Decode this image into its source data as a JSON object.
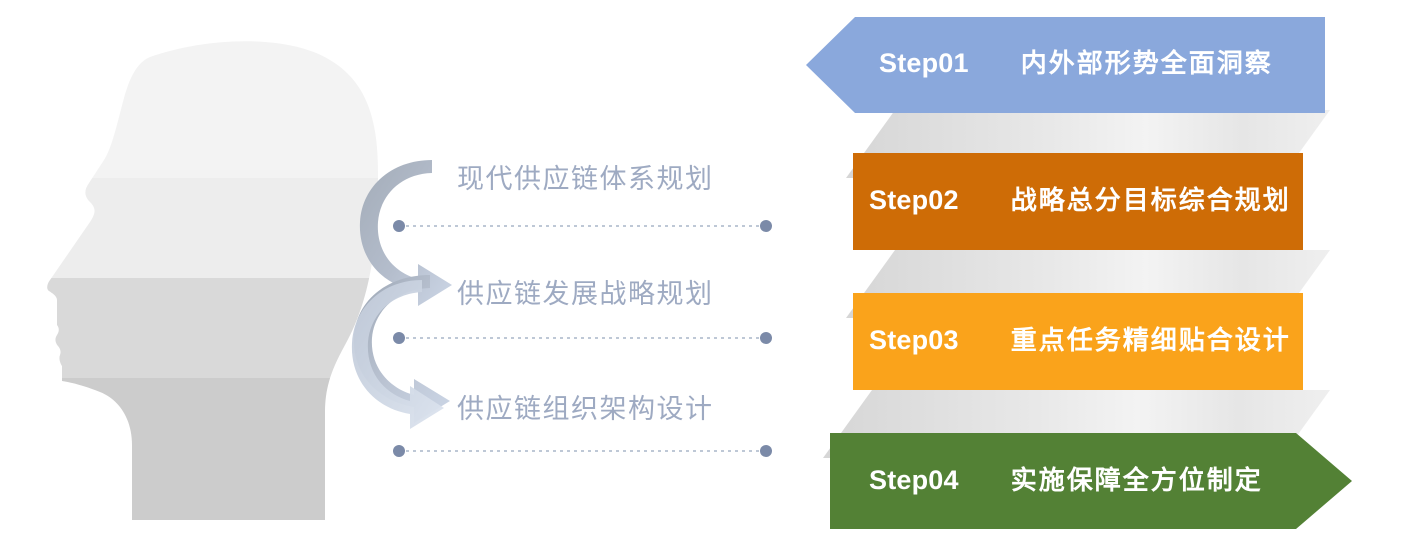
{
  "diagram": {
    "title": "Supply chain strategy four-step process",
    "illustration": {
      "name": "human-head-silhouette",
      "bands": [
        "#f2f2f2",
        "#ededed",
        "#d9d9d9",
        "#cccccc"
      ]
    },
    "left_labels": [
      {
        "text": "现代供应链体系规划",
        "color": "#9eaac2"
      },
      {
        "text": "供应链发展战略规划",
        "color": "#9eaac2"
      },
      {
        "text": "供应链组织架构设计",
        "color": "#9eaac2"
      }
    ],
    "connector_dots_color": "#7b8aa8",
    "curved_arrows": [
      {
        "name": "curved-arrow-1",
        "color_start": "#9ba5b3",
        "color_end": "#c9d3e3"
      },
      {
        "name": "curved-arrow-2",
        "color_start": "#9ba5b3",
        "color_end": "#ccd6e6"
      },
      {
        "name": "curved-arrow-3",
        "color_start": "#c3ccdb",
        "color_end": "#dbe2ee"
      }
    ],
    "steps": [
      {
        "code": "Step01",
        "title": "内外部形势全面洞察",
        "color": "#8aa8dc",
        "shape": "chevron-left-notch"
      },
      {
        "code": "Step02",
        "title": "战略总分目标综合规划",
        "color": "#ce6c06",
        "shape": "rectangle"
      },
      {
        "code": "Step03",
        "title": "重点任务精细贴合设计",
        "color": "#faa31b",
        "shape": "rectangle"
      },
      {
        "code": "Step04",
        "title": "实施保障全方位制定",
        "color": "#538135",
        "shape": "arrow-right"
      }
    ],
    "ribbons": [
      {
        "name": "ribbon-connector-1",
        "from_step": "Step01",
        "to_step": "Step02"
      },
      {
        "name": "ribbon-connector-2",
        "from_step": "Step02",
        "to_step": "Step03"
      },
      {
        "name": "ribbon-connector-3",
        "from_step": "Step03",
        "to_step": "Step04"
      }
    ],
    "ribbon_colors": {
      "light": "#f7f7f7",
      "mid": "#e2e2e2",
      "dark": "#d2d2d2"
    }
  }
}
